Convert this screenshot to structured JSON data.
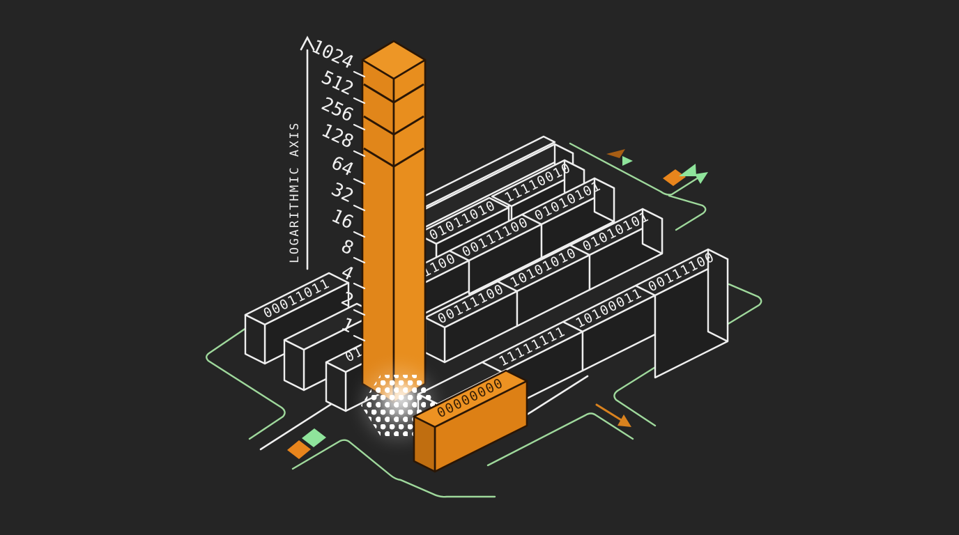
{
  "illustration": {
    "axis": {
      "label": "LOGARITHMIC AXIS",
      "ticks": [
        "1024",
        "512",
        "256",
        "128",
        "64",
        "32",
        "16",
        "8",
        "4",
        "2",
        "1"
      ]
    },
    "rows": {
      "row2": [
        "01011010",
        "11110010"
      ],
      "row3": [
        "00111100",
        "00111100",
        "01010101"
      ],
      "row4": [
        "00111100",
        "10101010",
        "01010101"
      ],
      "row5": [
        "11111111",
        "10100011",
        "00111100"
      ]
    },
    "left_stack": {
      "top_block": "00011011",
      "front_block": "01"
    },
    "highlight_block": "00000000",
    "colors": {
      "background": "#252525",
      "orange": "#E5891B",
      "trace_green": "#9FD99C",
      "shape_green": "#8FE49B",
      "outline_white": "#F0F0F0"
    }
  }
}
